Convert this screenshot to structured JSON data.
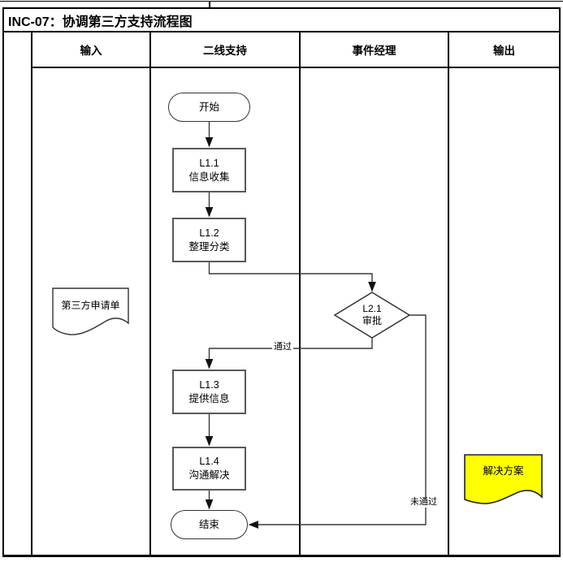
{
  "title": "INC-07：协调第三方支持流程图",
  "lanes": [
    {
      "label": "输入"
    },
    {
      "label": "二线支持"
    },
    {
      "label": "事件经理"
    },
    {
      "label": "输出"
    }
  ],
  "nodes": {
    "start": "开始",
    "l1_1": "L1.1\n信息收集",
    "l1_2": "L1.2\n整理分类",
    "l2_1": "L2.1\n审批",
    "l1_3": "L1.3\n提供信息",
    "l1_4": "L1.4\n沟通解决",
    "end": "结束",
    "input_document": "第三方申请单",
    "output_document": "解决方案"
  },
  "edge_labels": {
    "approved": "通过",
    "rejected": "未通过"
  },
  "edges": [
    {
      "from": "开始",
      "to": "L1.1 信息收集"
    },
    {
      "from": "L1.1 信息收集",
      "to": "L1.2 整理分类"
    },
    {
      "from": "L1.2 整理分类",
      "to": "L2.1 审批"
    },
    {
      "from": "L2.1 审批",
      "to": "L1.3 提供信息",
      "label": "通过"
    },
    {
      "from": "L1.3 提供信息",
      "to": "L1.4 沟通解决"
    },
    {
      "from": "L1.4 沟通解决",
      "to": "结束"
    },
    {
      "from": "L2.1 审批",
      "to": "结束",
      "label": "未通过"
    }
  ],
  "colors": {
    "document_highlight": "#FFFF00",
    "line": "#000000"
  }
}
